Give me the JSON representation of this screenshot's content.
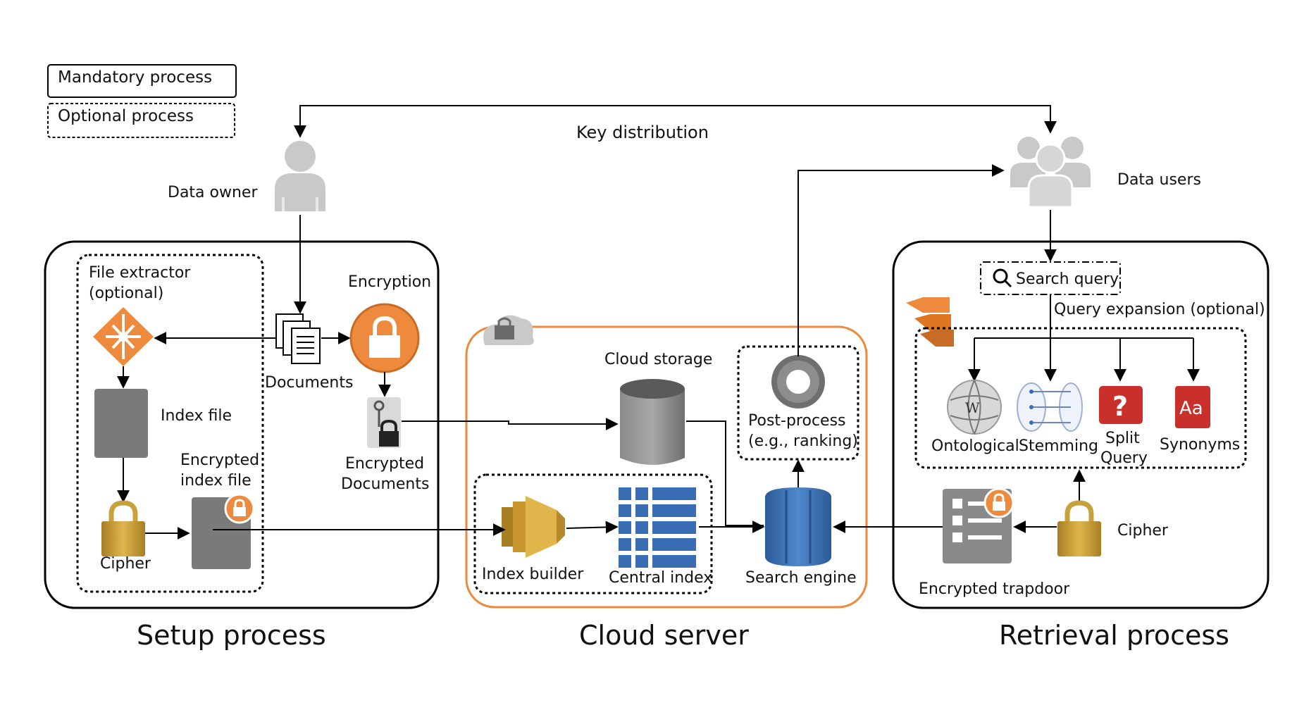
{
  "legend": {
    "mandatory": "Mandatory process",
    "optional": "Optional process"
  },
  "key_distribution": "Key distribution",
  "data_owner": "Data owner",
  "data_users": "Data users",
  "setup": {
    "title": "Setup process",
    "file_extractor_line1": "File extractor",
    "file_extractor_line2": "(optional)",
    "index_file": "Index file",
    "encrypted_index_line1": "Encrypted",
    "encrypted_index_line2": "index file",
    "cipher": "Cipher",
    "documents": "Documents",
    "encryption": "Encryption",
    "encrypted_docs_line1": "Encrypted",
    "encrypted_docs_line2": "Documents"
  },
  "cloud": {
    "title": "Cloud server",
    "storage": "Cloud storage",
    "post_process_line1": "Post-process",
    "post_process_line2": "(e.g., ranking)",
    "index_builder": "Index builder",
    "central_index": "Central index",
    "search_engine": "Search engine"
  },
  "retrieval": {
    "title": "Retrieval process",
    "search_query": "Search query",
    "query_expansion": "Query expansion (optional)",
    "ontological": "Ontological",
    "stemming": "Stemming",
    "split_line1": "Split",
    "split_line2": "Query",
    "synonyms": "Synonyms",
    "synonyms_glyph": "Aa",
    "split_glyph": "?",
    "cipher": "Cipher",
    "trapdoor": "Encrypted trapdoor"
  },
  "colors": {
    "orange": "#EE8A3E",
    "gold": "#C8A13C",
    "blue": "#3A6EB4",
    "gray": "#7a7a7a",
    "red": "#C9302C"
  }
}
